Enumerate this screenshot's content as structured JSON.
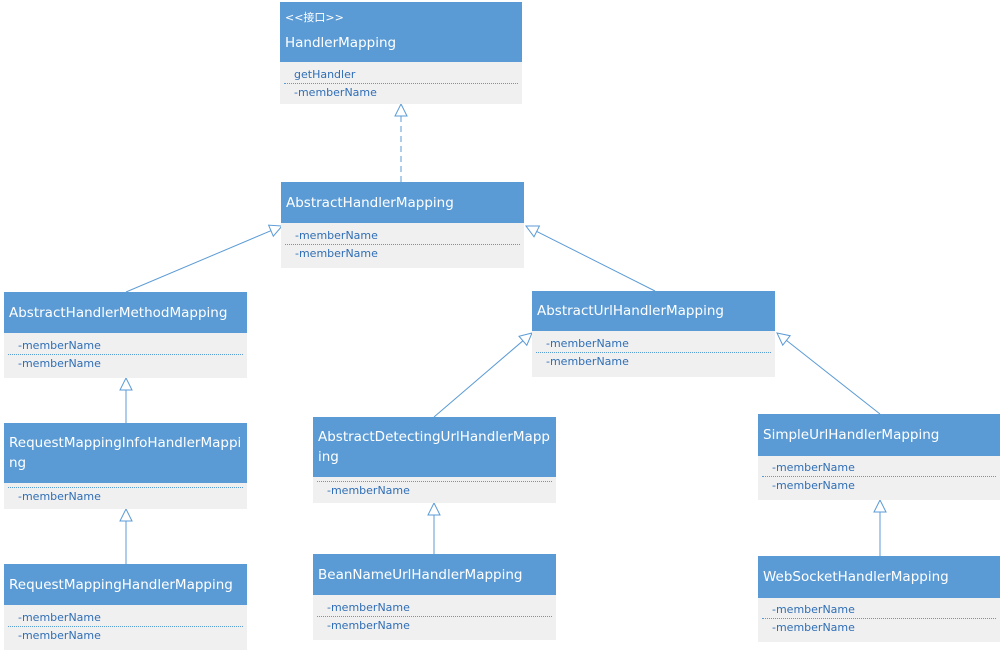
{
  "diagram": {
    "nodes": [
      {
        "id": "handler-mapping",
        "stereotype": "<<接口>>",
        "name": "HandlerMapping",
        "members": [
          "getHandler",
          "-memberName"
        ]
      },
      {
        "id": "abstract-handler-mapping",
        "name": "AbstractHandlerMapping",
        "members": [
          "-memberName",
          "-memberName"
        ]
      },
      {
        "id": "abstract-handler-method-mapping",
        "name": "AbstractHandlerMethodMapping",
        "members": [
          "-memberName",
          "-memberName"
        ]
      },
      {
        "id": "request-mapping-info-handler-mapping",
        "name": "RequestMappingInfoHandlerMapping",
        "members": [
          "-memberName"
        ]
      },
      {
        "id": "request-mapping-handler-mapping",
        "name": "RequestMappingHandlerMapping",
        "members": [
          "-memberName",
          "-memberName"
        ]
      },
      {
        "id": "abstract-url-handler-mapping",
        "name": "AbstractUrlHandlerMapping",
        "members": [
          "-memberName",
          "-memberName"
        ]
      },
      {
        "id": "abstract-detecting-url-handler-mapping",
        "name": "AbstractDetectingUrlHandlerMapping",
        "members": [
          "-memberName"
        ]
      },
      {
        "id": "bean-name-url-handler-mapping",
        "name": "BeanNameUrlHandlerMapping",
        "members": [
          "-memberName",
          "-memberName"
        ]
      },
      {
        "id": "simple-url-handler-mapping",
        "name": "SimpleUrlHandlerMapping",
        "members": [
          "-memberName",
          "-memberName"
        ]
      },
      {
        "id": "websocket-handler-mapping",
        "name": "WebSocketHandlerMapping",
        "members": [
          "-memberName",
          "-memberName"
        ]
      }
    ],
    "edges": [
      {
        "from": "abstract-handler-mapping",
        "to": "handler-mapping",
        "kind": "realization"
      },
      {
        "from": "abstract-handler-method-mapping",
        "to": "abstract-handler-mapping",
        "kind": "generalization"
      },
      {
        "from": "abstract-url-handler-mapping",
        "to": "abstract-handler-mapping",
        "kind": "generalization"
      },
      {
        "from": "request-mapping-info-handler-mapping",
        "to": "abstract-handler-method-mapping",
        "kind": "generalization"
      },
      {
        "from": "request-mapping-handler-mapping",
        "to": "request-mapping-info-handler-mapping",
        "kind": "generalization"
      },
      {
        "from": "abstract-detecting-url-handler-mapping",
        "to": "abstract-url-handler-mapping",
        "kind": "generalization"
      },
      {
        "from": "simple-url-handler-mapping",
        "to": "abstract-url-handler-mapping",
        "kind": "generalization"
      },
      {
        "from": "bean-name-url-handler-mapping",
        "to": "abstract-detecting-url-handler-mapping",
        "kind": "generalization"
      },
      {
        "from": "websocket-handler-mapping",
        "to": "simple-url-handler-mapping",
        "kind": "generalization"
      }
    ],
    "colors": {
      "header": "#5b9bd5",
      "header_text": "#ffffff",
      "body": "#f0f0f0",
      "member_text": "#2f6eb5",
      "edge": "#5b9bd5"
    }
  }
}
